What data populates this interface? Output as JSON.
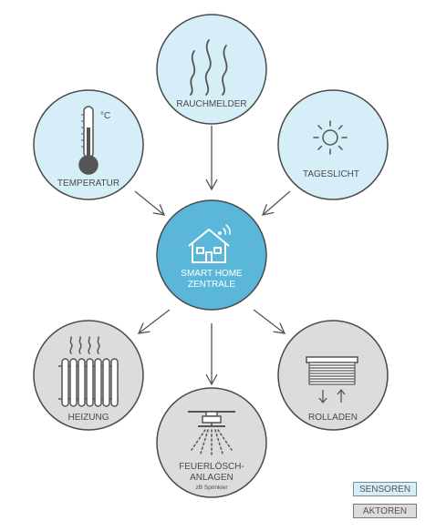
{
  "sensors": {
    "smoke": "RAUCHMELDER",
    "temperature": "TEMPERATUR",
    "temperature_unit": "°C",
    "daylight": "TAGESLICHT"
  },
  "center": {
    "line1": "SMART HOME",
    "line2": "ZENTRALE"
  },
  "actors": {
    "heating": "HEIZUNG",
    "sprinkler_line1": "FEUERLÖSCH-",
    "sprinkler_line2": "ANLAGEN",
    "sprinkler_sub": "zB Sprinkler",
    "shutters": "ROLLADEN"
  },
  "legend": {
    "sensors": "SENSOREN",
    "actors": "AKTOREN"
  },
  "colors": {
    "sensor_fill": "#d6eef8",
    "sensor_stroke": "#4a4a4a",
    "center_fill": "#5bb7da",
    "actor_fill": "#dcdcdc"
  }
}
